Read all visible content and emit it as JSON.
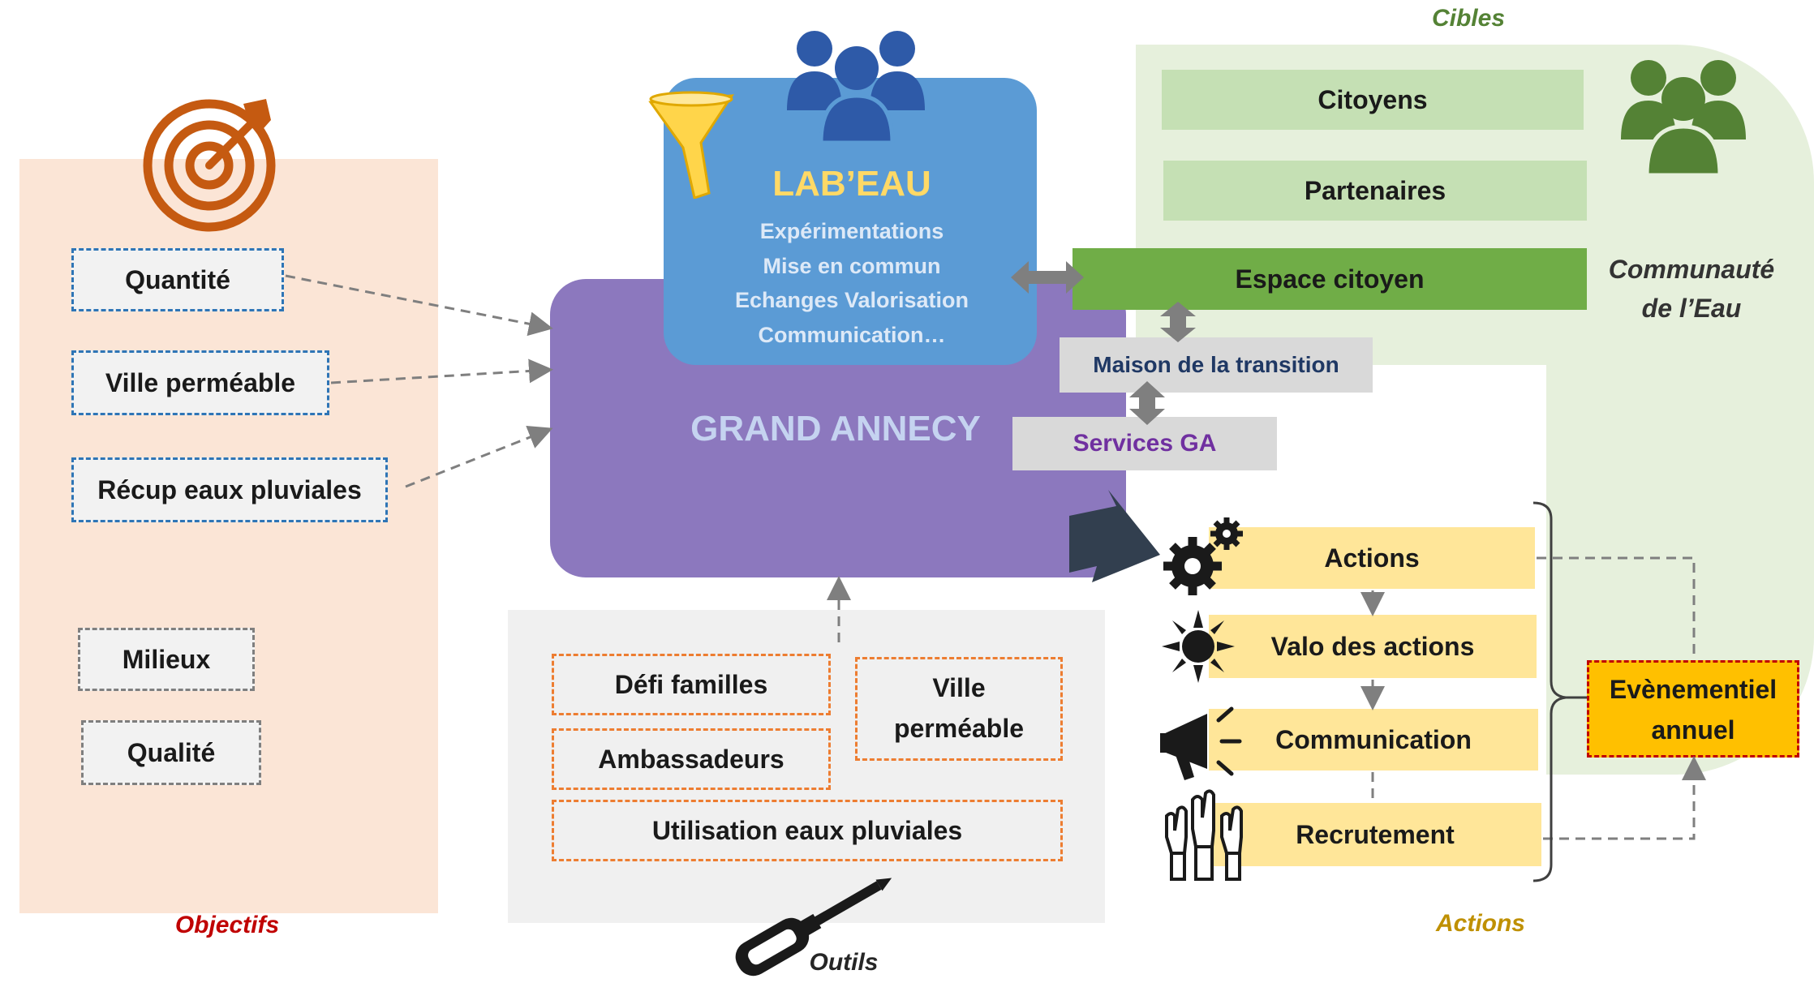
{
  "colors": {
    "objectifs_bg": "#fbe5d6",
    "labeau_blue": "#5b9bd5",
    "grand_annecy_purple": "#8c78be",
    "cibles_green_bg": "#e6f0dc",
    "citoyens_green": "#c5e0b4",
    "espace_citoyen_green": "#70ad47",
    "services_grey": "#d9d9d9",
    "outils_grey": "#f0f0f0",
    "actions_yellow": "#ffe699",
    "evenementiel_orange": "#ffc000",
    "label_red": "#c00000",
    "label_gold": "#bf9000"
  },
  "objectifs": {
    "label": "Objectifs",
    "icon": "target-icon",
    "items": [
      "Quantité",
      "Ville perméable",
      "Récup eaux pluviales"
    ],
    "others": [
      "Milieux",
      "Qualité"
    ]
  },
  "labeau": {
    "title": "LAB’EAU",
    "icon": "team-icon",
    "funnel_icon": "funnel-icon",
    "lines": [
      "Expérimentations",
      "Mise en commun",
      "Echanges Valorisation",
      "Communication…"
    ]
  },
  "grand_annecy": {
    "title": "GRAND ANNECY"
  },
  "cibles": {
    "label": "Cibles",
    "icon": "community-icon",
    "items": [
      "Citoyens",
      "Partenaires"
    ],
    "espace": "Espace citoyen",
    "communaute": [
      "Communauté",
      "de l’Eau"
    ]
  },
  "middle": {
    "maison": "Maison de la transition",
    "services": "Services GA"
  },
  "outils": {
    "label": "Outils",
    "icon": "screwdriver-icon",
    "items": [
      "Défi familles",
      "Ambassadeurs",
      "Utilisation eaux pluviales"
    ],
    "ville": [
      "Ville",
      "perméable"
    ]
  },
  "actions": {
    "label": "Actions",
    "items": [
      "Actions",
      "Valo des actions",
      "Communication",
      "Recrutement"
    ],
    "icons": [
      "gears-icon",
      "sun-icon",
      "megaphone-icon",
      "raised-hands-icon"
    ],
    "evenementiel": [
      "Evènementiel",
      "annuel"
    ]
  }
}
